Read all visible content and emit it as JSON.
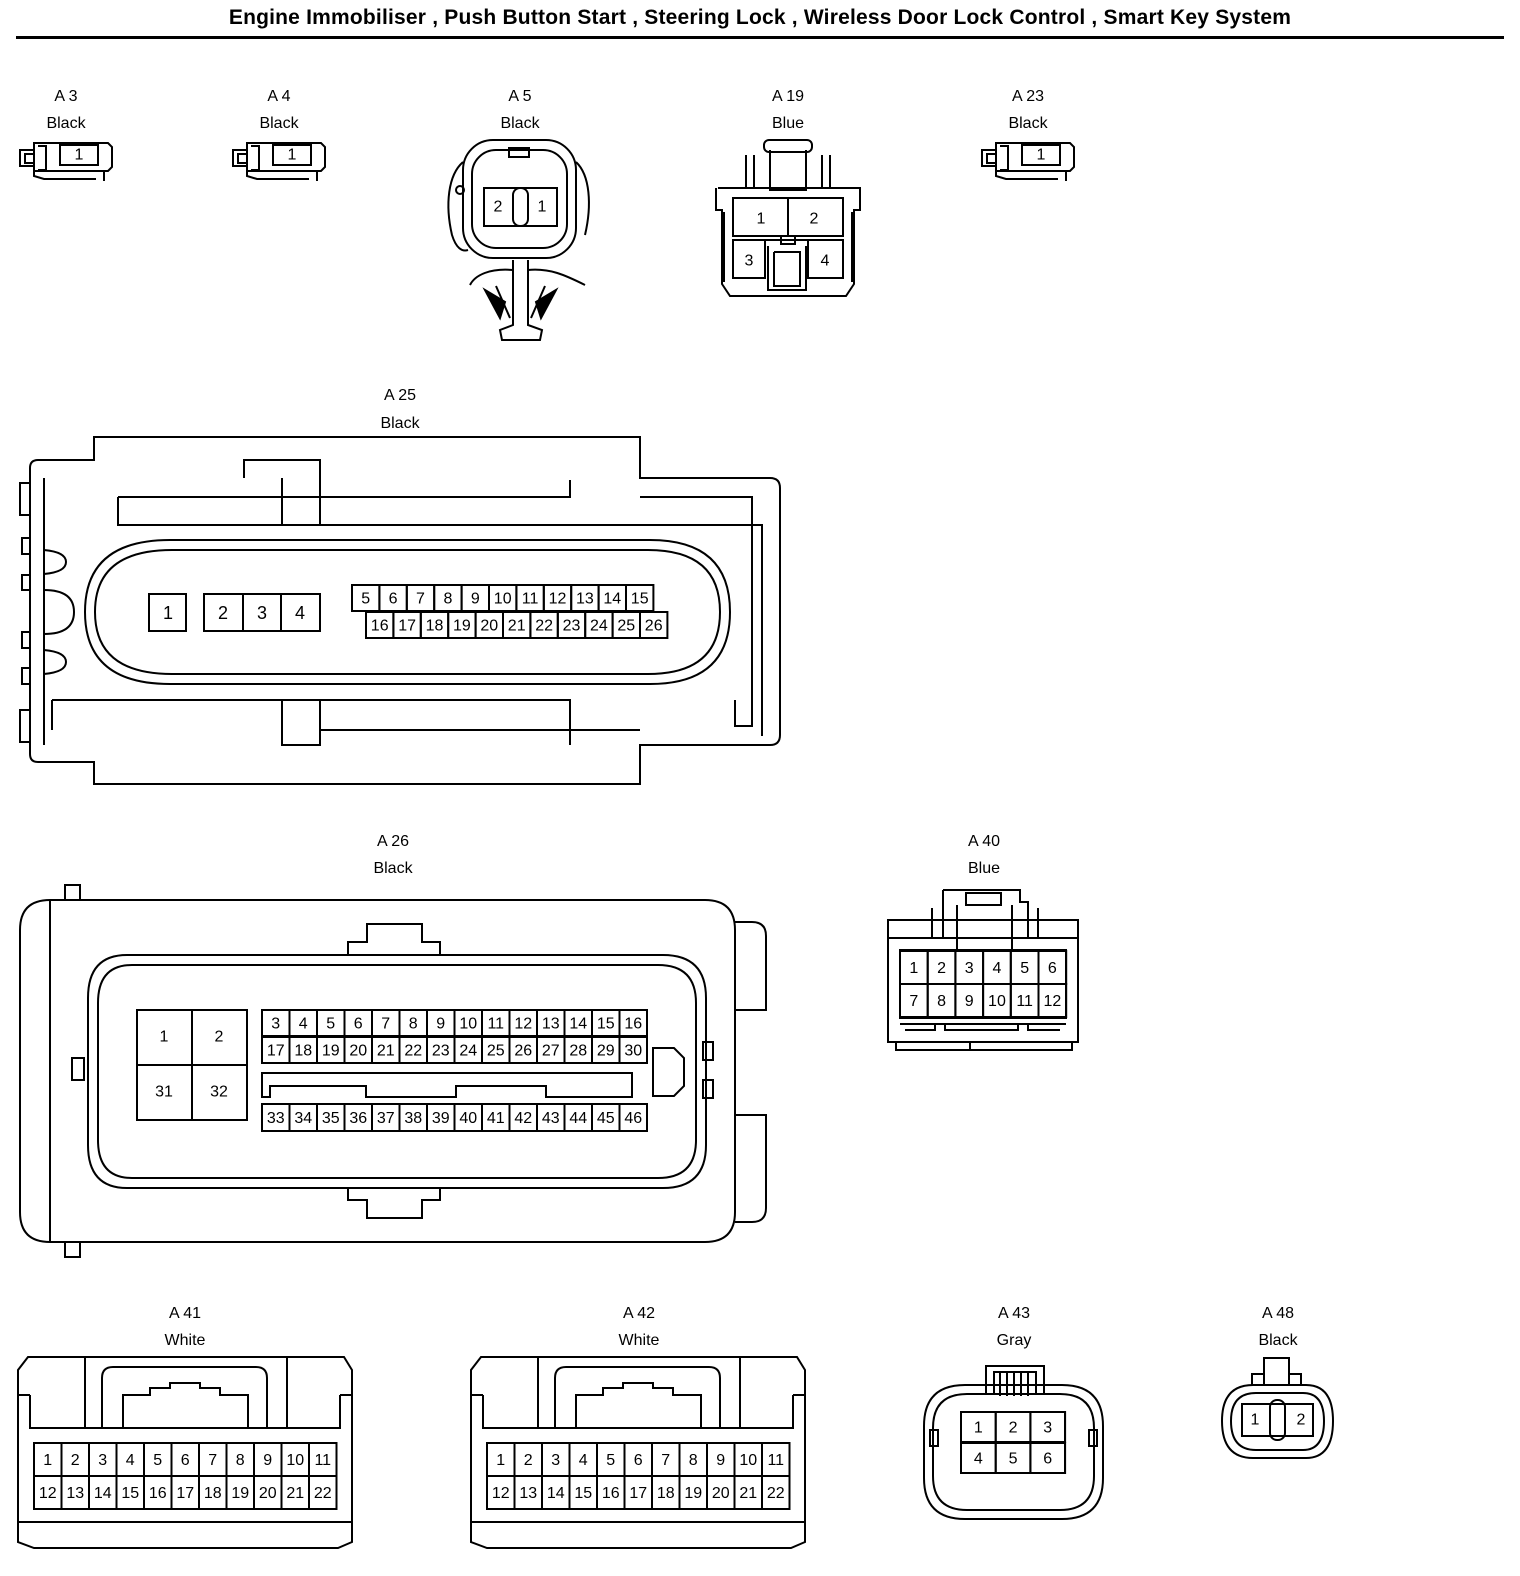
{
  "title": "Engine Immobiliser , Push Button Start , Steering Lock , Wireless Door Lock Control , Smart Key System",
  "connectors": [
    {
      "id": "A 3",
      "color": "Black",
      "pins": [
        "1"
      ]
    },
    {
      "id": "A 4",
      "color": "Black",
      "pins": [
        "1"
      ]
    },
    {
      "id": "A 5",
      "color": "Black",
      "pins": [
        "2",
        "1"
      ]
    },
    {
      "id": "A 19",
      "color": "Blue",
      "pins": [
        "1",
        "2",
        "3",
        "4"
      ]
    },
    {
      "id": "A 23",
      "color": "Black",
      "pins": [
        "1"
      ]
    },
    {
      "id": "A 25",
      "color": "Black",
      "pins_row1": [
        "5",
        "6",
        "7",
        "8",
        "9",
        "10",
        "11",
        "12",
        "13",
        "14",
        "15"
      ],
      "pins_row2": [
        "16",
        "17",
        "18",
        "19",
        "20",
        "21",
        "22",
        "23",
        "24",
        "25",
        "26"
      ],
      "pins_big": [
        "1",
        "2",
        "3",
        "4"
      ]
    },
    {
      "id": "A 26",
      "color": "Black",
      "pins_big": [
        "1",
        "2",
        "31",
        "32"
      ],
      "pins_row1": [
        "3",
        "4",
        "5",
        "6",
        "7",
        "8",
        "9",
        "10",
        "11",
        "12",
        "13",
        "14",
        "15",
        "16"
      ],
      "pins_row2": [
        "17",
        "18",
        "19",
        "20",
        "21",
        "22",
        "23",
        "24",
        "25",
        "26",
        "27",
        "28",
        "29",
        "30"
      ],
      "pins_row3": [
        "33",
        "34",
        "35",
        "36",
        "37",
        "38",
        "39",
        "40",
        "41",
        "42",
        "43",
        "44",
        "45",
        "46"
      ]
    },
    {
      "id": "A 40",
      "color": "Blue",
      "pins_row1": [
        "1",
        "2",
        "3",
        "4",
        "5",
        "6"
      ],
      "pins_row2": [
        "7",
        "8",
        "9",
        "10",
        "11",
        "12"
      ]
    },
    {
      "id": "A 41",
      "color": "White",
      "pins_row1": [
        "1",
        "2",
        "3",
        "4",
        "5",
        "6",
        "7",
        "8",
        "9",
        "10",
        "11"
      ],
      "pins_row2": [
        "12",
        "13",
        "14",
        "15",
        "16",
        "17",
        "18",
        "19",
        "20",
        "21",
        "22"
      ]
    },
    {
      "id": "A 42",
      "color": "White",
      "pins_row1": [
        "1",
        "2",
        "3",
        "4",
        "5",
        "6",
        "7",
        "8",
        "9",
        "10",
        "11"
      ],
      "pins_row2": [
        "12",
        "13",
        "14",
        "15",
        "16",
        "17",
        "18",
        "19",
        "20",
        "21",
        "22"
      ]
    },
    {
      "id": "A 43",
      "color": "Gray",
      "pins_row1": [
        "1",
        "2",
        "3"
      ],
      "pins_row2": [
        "4",
        "5",
        "6"
      ]
    },
    {
      "id": "A 48",
      "color": "Black",
      "pins": [
        "1",
        "2"
      ]
    }
  ]
}
